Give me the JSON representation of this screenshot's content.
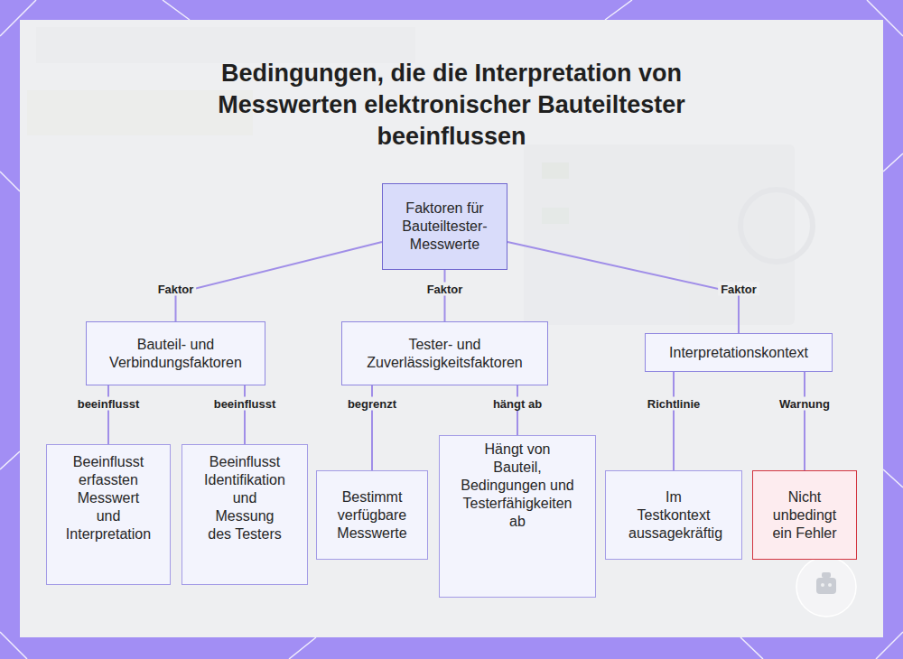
{
  "diagram": {
    "title": "Bedingungen, die die Interpretation von Messwerten elektronischer Bauteiltester beeinflussen",
    "nodes": [
      {
        "text": [
          "Faktoren für Bauteiltester-Messwerte"
        ]
      },
      {
        "text": [
          "Bauteil- und Verbindungsfaktoren"
        ]
      },
      {
        "text": [
          "Tester- und Zuverlässigkeitsfaktoren"
        ]
      },
      {
        "text": [
          "Interpretationskontext"
        ]
      },
      {
        "text": [
          "Beeinflusst erfassten Messwert und Interpretation"
        ]
      },
      {
        "text": [
          "Beeinflusst Identifikation und Messung des Testers"
        ]
      },
      {
        "text": [
          "Bestimmt verfügbare Messwerte"
        ]
      },
      {
        "text": [
          "Hängt von Bauteil, Bedingungen und Testerfähigkeiten ab"
        ]
      },
      {
        "text": [
          "Im Testkontext aussagekräftig"
        ]
      },
      {
        "text": [
          "Nicht unbedingt ein Fehler"
        ]
      }
    ],
    "edges": [
      {
        "from": 0,
        "to": 1,
        "arrow": "none",
        "label": "Faktor"
      },
      {
        "from": 0,
        "to": 2,
        "arrow": "none",
        "label": "Faktor"
      },
      {
        "from": 0,
        "to": 3,
        "arrow": "none",
        "label": "Faktor"
      },
      {
        "from": 1,
        "to": 4,
        "arrow": "none",
        "label": "beeinflusst"
      },
      {
        "from": 1,
        "to": 5,
        "arrow": "none",
        "label": "beeinflusst"
      },
      {
        "from": 2,
        "to": 6,
        "arrow": "none",
        "label": "begrenzt"
      },
      {
        "from": 2,
        "to": 7,
        "arrow": "none",
        "label": "hängt ab"
      },
      {
        "from": 3,
        "to": 8,
        "arrow": "none",
        "label": "Richtlinie"
      },
      {
        "from": 3,
        "to": 9,
        "arrow": "none",
        "label": "Warnung"
      }
    ]
  }
}
